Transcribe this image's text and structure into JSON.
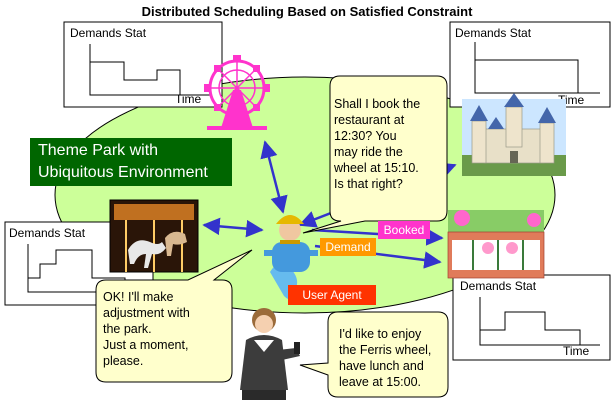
{
  "title": "Distributed Scheduling Based on Satisfied Constraint",
  "park_label": "Theme Park with\nUbiquitous Environment",
  "stat_charts": [
    {
      "id": "stat-left-top",
      "label": "Demands Stat",
      "axis": "Time"
    },
    {
      "id": "stat-right-top",
      "label": "Demands Stat",
      "axis": "Time"
    },
    {
      "id": "stat-left-mid",
      "label": "Demands Stat",
      "axis": ""
    },
    {
      "id": "stat-right-bottom",
      "label": "Demands Stat",
      "axis": "Time"
    }
  ],
  "bubbles": {
    "agent_question": "Shall I book the\nrestaurant at\n12:30? You\nmay ride the\nwheel at 15:10.\nIs that right?",
    "park_reply": "OK! I'll make\nadjustment with\nthe park.\nJust a moment,\nplease.",
    "user_request": "I'd like to enjoy\nthe Ferris wheel,\nhave lunch and\nleave at 15:00."
  },
  "tags": {
    "booked": "Booked",
    "demand": "Demand",
    "user_agent": "User Agent"
  },
  "icons": [
    "ferris-wheel-icon",
    "castle-icon",
    "carousel-icon",
    "restaurant-icon",
    "genie-agent-icon",
    "businesswoman-icon"
  ],
  "colors": {
    "park_fill": "#ccff99",
    "bubble_fill": "#ffffcc",
    "park_label_bg": "#006600",
    "booked_bg": "#ff33cc",
    "demand_bg": "#ff9900",
    "user_agent_bg": "#ff3300",
    "arrow": "#3333cc"
  }
}
